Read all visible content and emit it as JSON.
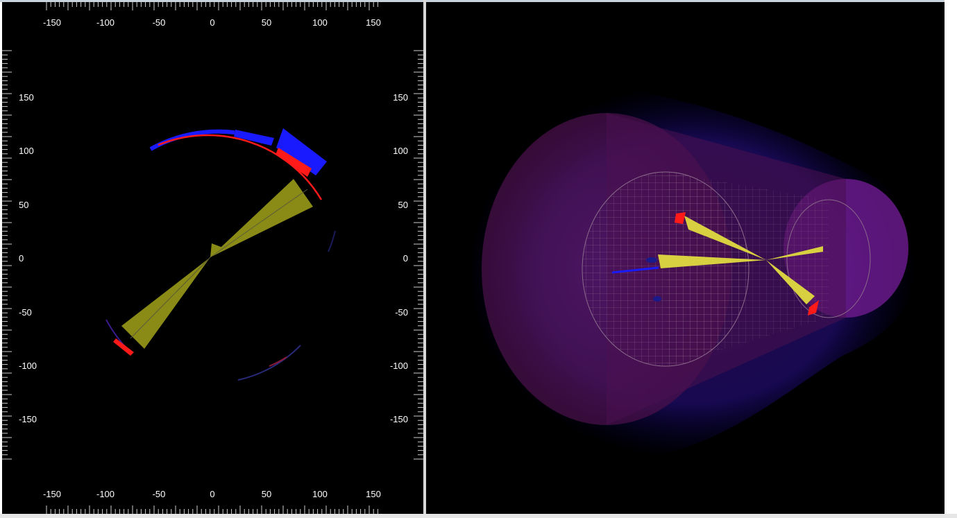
{
  "left_view": {
    "x_tick_labels": [
      "-150",
      "-100",
      "-50",
      "0",
      "50",
      "100",
      "150"
    ],
    "y_tick_labels": [
      "150",
      "100",
      "50",
      "0",
      "-50",
      "-100",
      "-150"
    ]
  },
  "colors": {
    "background": "#000000",
    "jet_cone": "#8a8a16",
    "ecal_hit": "#ff1a1a",
    "hcal_hit": "#1a1aff",
    "detector_volume": "#6a1a8a"
  }
}
